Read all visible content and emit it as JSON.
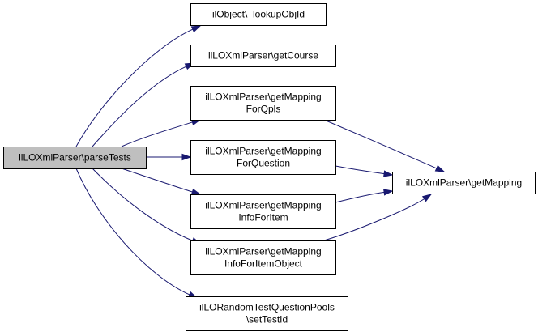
{
  "diagram": {
    "type": "call-graph",
    "root": {
      "id": "parseTests",
      "lines": [
        "ilLOXmlParser\\parseTests"
      ]
    },
    "callees": [
      {
        "id": "lookupObjId",
        "lines": [
          "ilObject\\_lookupObjId"
        ]
      },
      {
        "id": "getCourse",
        "lines": [
          "ilLOXmlParser\\getCourse"
        ]
      },
      {
        "id": "getMappingForQpls",
        "lines": [
          "ilLOXmlParser\\getMapping",
          "ForQpls"
        ]
      },
      {
        "id": "getMappingForQuestion",
        "lines": [
          "ilLOXmlParser\\getMapping",
          "ForQuestion"
        ]
      },
      {
        "id": "getMappingInfoForItem",
        "lines": [
          "ilLOXmlParser\\getMapping",
          "InfoForItem"
        ]
      },
      {
        "id": "getMappingInfoForItemObject",
        "lines": [
          "ilLOXmlParser\\getMapping",
          "InfoForItemObject"
        ]
      },
      {
        "id": "setTestId",
        "lines": [
          "ilLORandomTestQuestionPools",
          "\\setTestId"
        ]
      }
    ],
    "shared_target": {
      "id": "getMapping",
      "lines": [
        "ilLOXmlParser\\getMapping"
      ]
    },
    "edges": [
      {
        "from": "parseTests",
        "to": "lookupObjId"
      },
      {
        "from": "parseTests",
        "to": "getCourse"
      },
      {
        "from": "parseTests",
        "to": "getMappingForQpls"
      },
      {
        "from": "parseTests",
        "to": "getMappingForQuestion"
      },
      {
        "from": "parseTests",
        "to": "getMappingInfoForItem"
      },
      {
        "from": "parseTests",
        "to": "getMappingInfoForItemObject"
      },
      {
        "from": "parseTests",
        "to": "setTestId"
      },
      {
        "from": "getMappingForQpls",
        "to": "getMapping"
      },
      {
        "from": "getMappingForQuestion",
        "to": "getMapping"
      },
      {
        "from": "getMappingInfoForItem",
        "to": "getMapping"
      },
      {
        "from": "getMappingInfoForItemObject",
        "to": "getMapping"
      }
    ],
    "colors": {
      "edge": "#191970",
      "root_fill": "#bfbfbf",
      "node_fill": "#ffffff",
      "node_border": "#000000"
    }
  }
}
